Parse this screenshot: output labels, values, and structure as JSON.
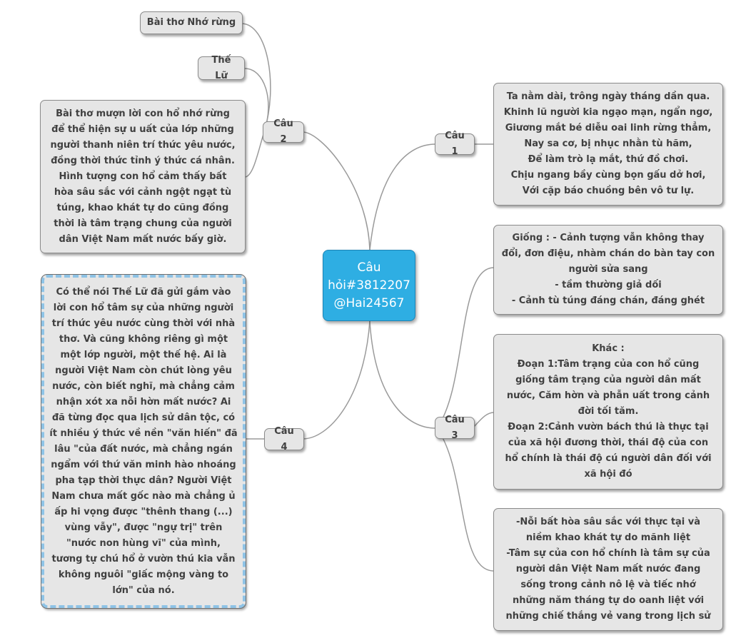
{
  "center": {
    "text": "Câu\nhỏi#3812207\n@Hai24567"
  },
  "branches": {
    "cau1": {
      "label": "Câu 1",
      "box": "Ta nằm dài, trông ngày tháng dần qua.\nKhinh lũ người kia ngạo mạn, ngẩn ngơ,\nGiương mắt bé diễu oai linh rừng thẳm,\nNay sa cơ, bị nhục nhằn tù hãm,\nĐể làm trò lạ mắt, thứ đồ chơi.\nChịu ngang bầy cùng bọn gấu dở hơi,\nVới cặp báo chuồng bên vô tư lự."
    },
    "cau2": {
      "label": "Câu 2",
      "title": "Bài thơ Nhớ rừng",
      "author": "Thế Lữ",
      "box": "Bài thơ mượn lời con hổ nhớ rừng\nđể thể hiện sự u uất của lớp những\nngười thanh niên trí thức yêu nước,\nđồng thời thức tỉnh ý thức cá nhân.\nHình tượng con hổ cảm thấy bất\nhòa sâu sắc với cảnh ngột ngạt tù\ntúng, khao khát tự do cũng đồng\nthời là tâm trạng chung của người\ndân Việt Nam mất nước bấy giờ."
    },
    "cau3": {
      "label": "Câu 3",
      "giong": "Giống :   - Cảnh tượng vẫn không thay\nđổi, đơn điệu, nhàm chán do bàn tay con\nngười sửa sang\n- tầm thường giả dối\n- Cảnh tù túng đáng chán, đáng ghét",
      "khac": "Khác :\nĐoạn 1:Tâm trạng của con hổ cũng\ngiống tâm trạng của người dân mất\nnước, Căm hờn và phẫn uất trong cảnh\nđời tối tăm.\nĐoạn 2:Cảnh vườn bách thú là thực tại\ncủa xã hội đương thời, thái độ của con\nhổ chính là thái độ cú người dân đối với\nxã hội đó",
      "noi": "-Nỗi bất hòa sâu sắc với thực tại và\nniềm khao khát tự do mãnh liệt\n-Tâm sự của con hổ chính là tâm sự của\nngười dân Việt Nam mất nước đang\nsống trong cảnh nô lệ và tiếc nhớ\nnhững năm tháng tự do oanh liệt với\nnhững chiế thắng vẻ vang trong lịch sử"
    },
    "cau4": {
      "label": "Câu 4",
      "box": "Có thể nói Thế Lữ đã gửi gắm vào\nlời con hổ tâm sự của những người\ntrí thức yêu nước cùng thời với nhà\nthơ. Và cũng không riêng gì một\nmột lớp người, một thế hệ. Ai là\nngười Việt Nam còn chút lòng yêu\nnước, còn biết nghĩ, mà chẳng cảm\nnhận xót xa nỗi hờn mất nước? Ai\nđã từng đọc qua lịch sử dân tộc, có\nít nhiều ý thức về nền \"văn hiến\" đã\nlâu \"của đất nước, mà chẳng ngán\nngẩm với thứ văn minh hào nhoáng\npha tạp thời thực dân? Người Việt\nNam chưa mất gốc nào mà chẳng ủ\nấp hi vọng được \"thênh thang (...)\nvùng vẫy\", được \"ngự trị\" trên\n\"nước non hùng vĩ\" của mình,\ntương tự chú hổ ở vườn thú kia vẫn\nkhông nguôi \"giấc mộng vàng to\nlớn\" của nó."
    }
  },
  "colors": {
    "center_fill": "#2eaee3",
    "node_fill": "#e6e6e6",
    "link": "#9a9a9a",
    "dashed_border": "#8ec3e6"
  }
}
